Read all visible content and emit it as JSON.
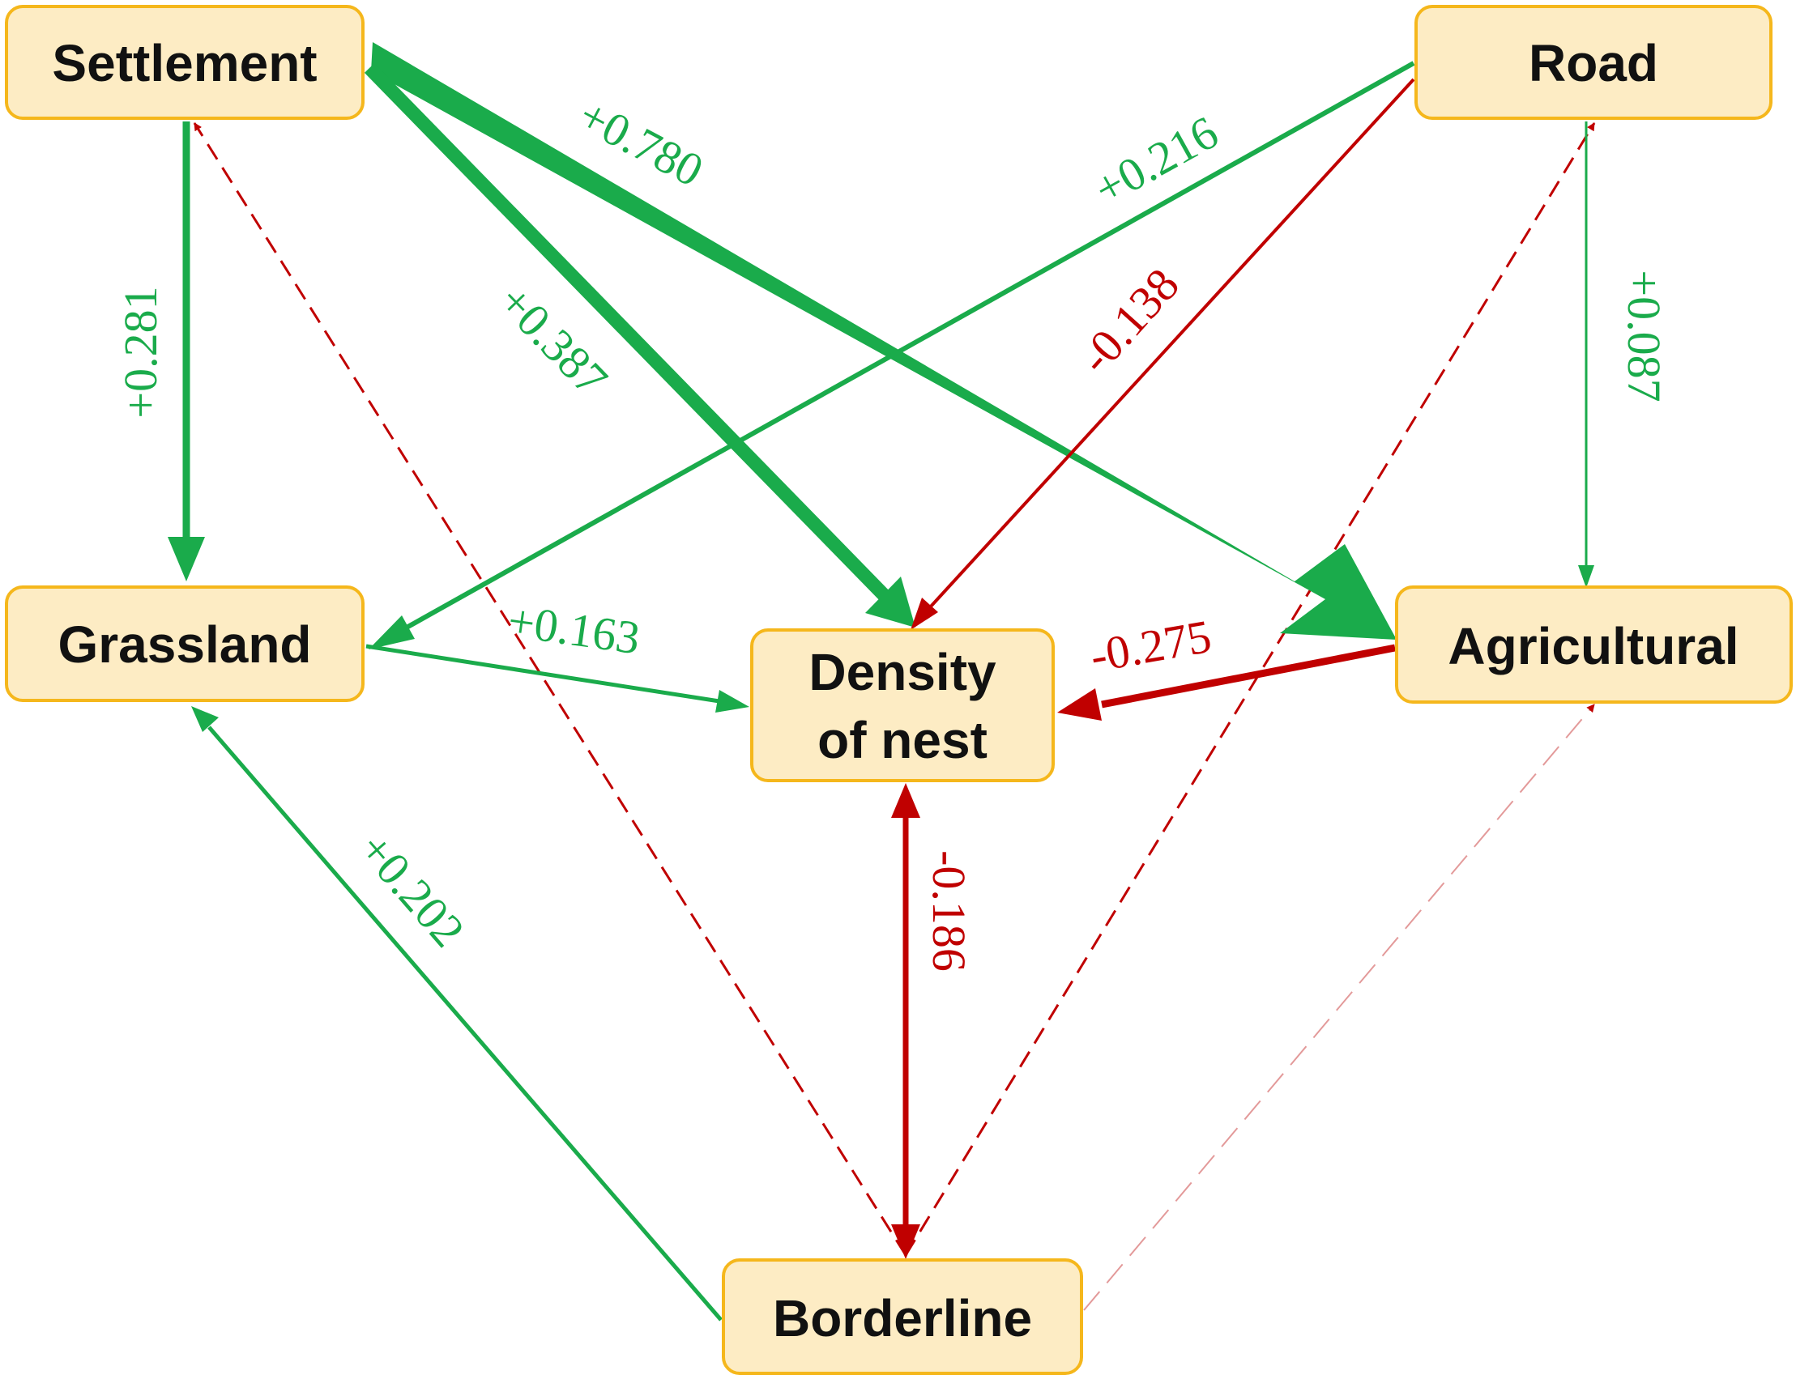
{
  "colors": {
    "positive": "#1aab4b",
    "negative": "#c00000",
    "node_fill": "#fdecc4",
    "node_border": "#f5b71c"
  },
  "nodes": {
    "settlement": "Settlement",
    "road": "Road",
    "grassland": "Grassland",
    "agricultural": "Agricultural",
    "density_line1": "Density",
    "density_line2": "of nest",
    "borderline": "Borderline"
  },
  "edges": [
    {
      "id": "settlement-agricultural",
      "from": "Settlement",
      "to": "Agricultural",
      "label": "+0.780",
      "sign": "positive",
      "style": "solid"
    },
    {
      "id": "settlement-density",
      "from": "Settlement",
      "to": "Density of nest",
      "label": "+0.387",
      "sign": "positive",
      "style": "solid"
    },
    {
      "id": "settlement-grassland",
      "from": "Settlement",
      "to": "Grassland",
      "label": "+0.281",
      "sign": "positive",
      "style": "solid"
    },
    {
      "id": "road-grassland",
      "from": "Road",
      "to": "Grassland",
      "label": "+0.216",
      "sign": "positive",
      "style": "solid"
    },
    {
      "id": "road-density",
      "from": "Road",
      "to": "Density of nest",
      "label": "-0.138",
      "sign": "negative",
      "style": "solid"
    },
    {
      "id": "road-agricultural",
      "from": "Road",
      "to": "Agricultural",
      "label": "+0.087",
      "sign": "positive",
      "style": "solid"
    },
    {
      "id": "grassland-density",
      "from": "Grassland",
      "to": "Density of nest",
      "label": "+0.163",
      "sign": "positive",
      "style": "solid"
    },
    {
      "id": "agricultural-density",
      "from": "Agricultural",
      "to": "Density of nest",
      "label": "-0.275",
      "sign": "negative",
      "style": "solid"
    },
    {
      "id": "borderline-grassland",
      "from": "Borderline",
      "to": "Grassland",
      "label": "+0.202",
      "sign": "positive",
      "style": "solid"
    },
    {
      "id": "borderline-density",
      "from": "Borderline",
      "to": "Density of nest",
      "label": "-0.186",
      "sign": "negative",
      "style": "solid"
    },
    {
      "id": "borderline-settlement",
      "from": "Borderline",
      "to": "Settlement",
      "label": "",
      "sign": "negative",
      "style": "dashed"
    },
    {
      "id": "borderline-road",
      "from": "Borderline",
      "to": "Road",
      "label": "",
      "sign": "negative",
      "style": "dashed"
    },
    {
      "id": "borderline-agricultural",
      "from": "Borderline",
      "to": "Agricultural",
      "label": "",
      "sign": "negative",
      "style": "dashed"
    }
  ]
}
